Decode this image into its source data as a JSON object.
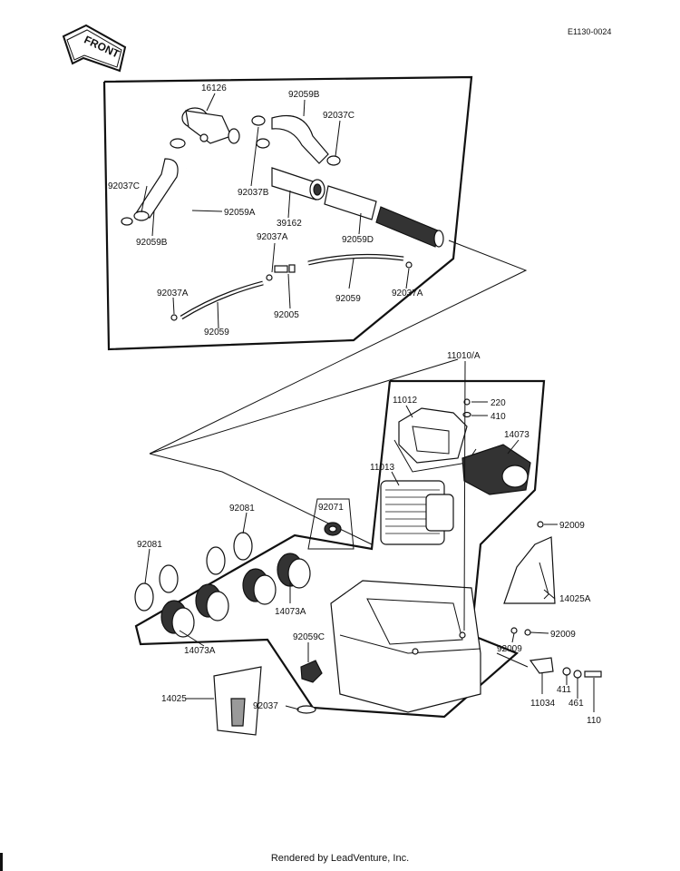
{
  "diagram_code": "E1130-0024",
  "front_label": "FRONT",
  "footer": "Rendered by LeadVenture, Inc.",
  "watermark": "LEADVENTURE",
  "callouts": {
    "p16126": "16126",
    "p92059B_top": "92059B",
    "p92037C_top": "92037C",
    "p92037C_left": "92037C",
    "p92059B_left": "92059B",
    "p92037B": "92037B",
    "p92059A": "92059A",
    "p39162": "39162",
    "p92059D": "92059D",
    "p92037A_mid": "92037A",
    "p92037A_left": "92037A",
    "p92037A_right": "92037A",
    "p92059_right": "92059",
    "p92059_left": "92059",
    "p92005": "92005",
    "p11010A": "11010/A",
    "p11012": "11012",
    "p220": "220",
    "p410": "410",
    "p14073": "14073",
    "p11013": "11013",
    "p92071": "92071",
    "p92081_top": "92081",
    "p92081_left": "92081",
    "p92009_top": "92009",
    "p14025A": "14025A",
    "p14073A_right": "14073A",
    "p14073A_left": "14073A",
    "p92059C": "92059C",
    "p92009_mid": "92009",
    "p92009_low": "92009",
    "p14025": "14025",
    "p92037": "92037",
    "p11034": "11034",
    "p411": "411",
    "p461": "461",
    "p110": "110"
  }
}
